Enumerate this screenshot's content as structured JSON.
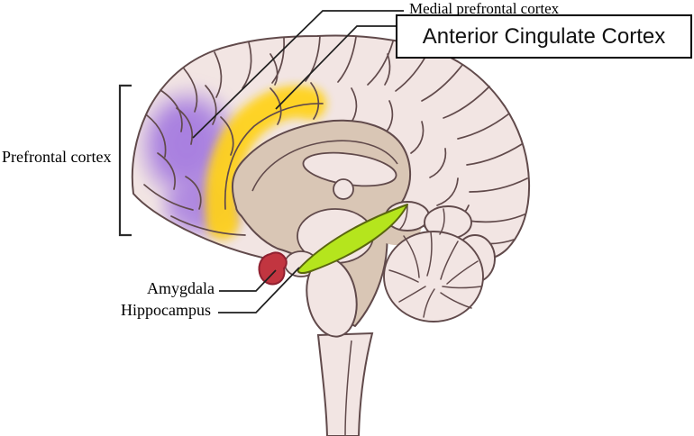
{
  "labels": {
    "medial_prefrontal_cortex": "Medial prefrontal cortex",
    "anterior_cingulate_cortex": "Anterior Cingulate Cortex",
    "prefrontal_cortex": "Prefrontal cortex",
    "amygdala": "Amygdala",
    "hippocampus": "Hippocampus"
  },
  "colors": {
    "background": "#ffffff",
    "brain_fill": "#f2e5e3",
    "brain_outline": "#614a4b",
    "deep_structures_tan": "#d9c6b5",
    "prefrontal_highlight": "#a87fe0",
    "cingulate_highlight": "#ffd215",
    "amygdala_fill": "#c23540",
    "amygdala_outline": "#8f2030",
    "hippocampus_fill": "#b5e51d",
    "hippocampus_outline": "#5a660f",
    "leader_line": "#1f1f1f",
    "bracket": "#2b2b2b",
    "label_text": "#000000",
    "acc_box_border": "#000000",
    "acc_box_background": "#ffffff"
  }
}
